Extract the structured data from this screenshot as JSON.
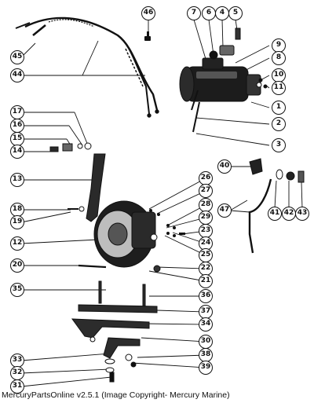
{
  "callouts": [
    "1",
    "2",
    "3",
    "4",
    "5",
    "6",
    "7",
    "8",
    "9",
    "10",
    "11",
    "12",
    "13",
    "14",
    "15",
    "16",
    "17",
    "18",
    "19",
    "20",
    "21",
    "22",
    "23",
    "24",
    "25",
    "26",
    "27",
    "28",
    "29",
    "30",
    "31",
    "32",
    "33",
    "34",
    "35",
    "36",
    "37",
    "38",
    "39",
    "40",
    "41",
    "42",
    "43",
    "44",
    "45",
    "46",
    "47"
  ],
  "footer": "MercuryPartsOnline v2.5.1 (Image Copyright- Mercury Marine)",
  "colors": {
    "ink": "#111111",
    "background": "#ffffff"
  }
}
